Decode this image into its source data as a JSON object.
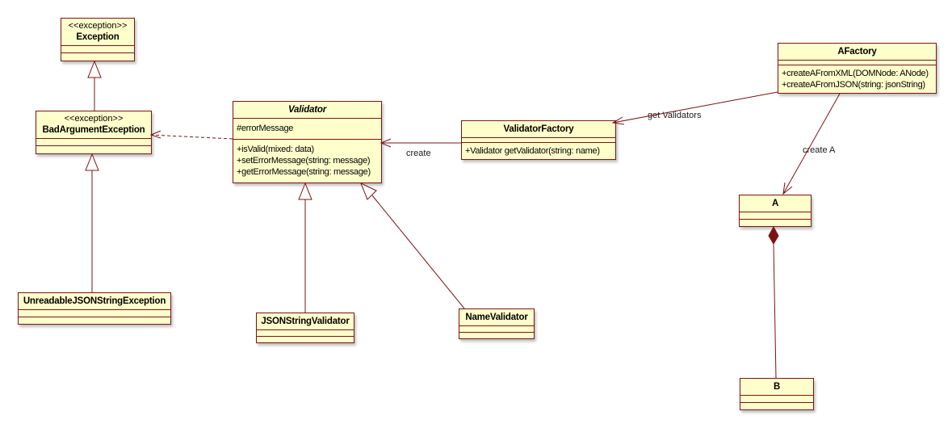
{
  "diagram": {
    "type": "uml-class-diagram",
    "background": "#ffffff",
    "box_fill": "#ffffcc",
    "box_border": "#7b1414",
    "line_color": "#7b1414",
    "text_color": "#000000"
  },
  "classes": {
    "exception": {
      "stereotype": "<<exception>>",
      "name": "Exception"
    },
    "bad_argument_exception": {
      "stereotype": "<<exception>>",
      "name": "BadArgumentException"
    },
    "unreadable_json_string_exception": {
      "name": "UnreadableJSONStringException"
    },
    "validator": {
      "name": "Validator",
      "abstract": true,
      "attributes": [
        "#errorMessage"
      ],
      "methods": [
        "+isValid(mixed: data)",
        "+setErrorMessage(string: message)",
        "+getErrorMessage(string: message)"
      ]
    },
    "validator_factory": {
      "name": "ValidatorFactory",
      "methods": [
        "+Validator getValidator(string: name)"
      ]
    },
    "a_factory": {
      "name": "AFactory",
      "methods": [
        "+createAFromXML(DOMNode: ANode)",
        "+createAFromJSON(string: jsonString)"
      ]
    },
    "json_string_validator": {
      "name": "JSONStringValidator"
    },
    "name_validator": {
      "name": "NameValidator"
    },
    "a": {
      "name": "A"
    },
    "b": {
      "name": "B"
    }
  },
  "edge_labels": {
    "create": "create",
    "get_validators": "get Validators",
    "create_a": "create A"
  },
  "relationships": [
    {
      "type": "generalization",
      "from": "BadArgumentException",
      "to": "Exception"
    },
    {
      "type": "generalization",
      "from": "UnreadableJSONStringException",
      "to": "BadArgumentException"
    },
    {
      "type": "dependency",
      "from": "Validator",
      "to": "BadArgumentException"
    },
    {
      "type": "association",
      "from": "ValidatorFactory",
      "to": "Validator",
      "label": "create"
    },
    {
      "type": "association",
      "from": "AFactory",
      "to": "ValidatorFactory",
      "label": "get Validators"
    },
    {
      "type": "association",
      "from": "AFactory",
      "to": "A",
      "label": "create A"
    },
    {
      "type": "generalization",
      "from": "JSONStringValidator",
      "to": "Validator"
    },
    {
      "type": "generalization",
      "from": "NameValidator",
      "to": "Validator"
    },
    {
      "type": "composition",
      "from": "B",
      "to": "A"
    }
  ]
}
